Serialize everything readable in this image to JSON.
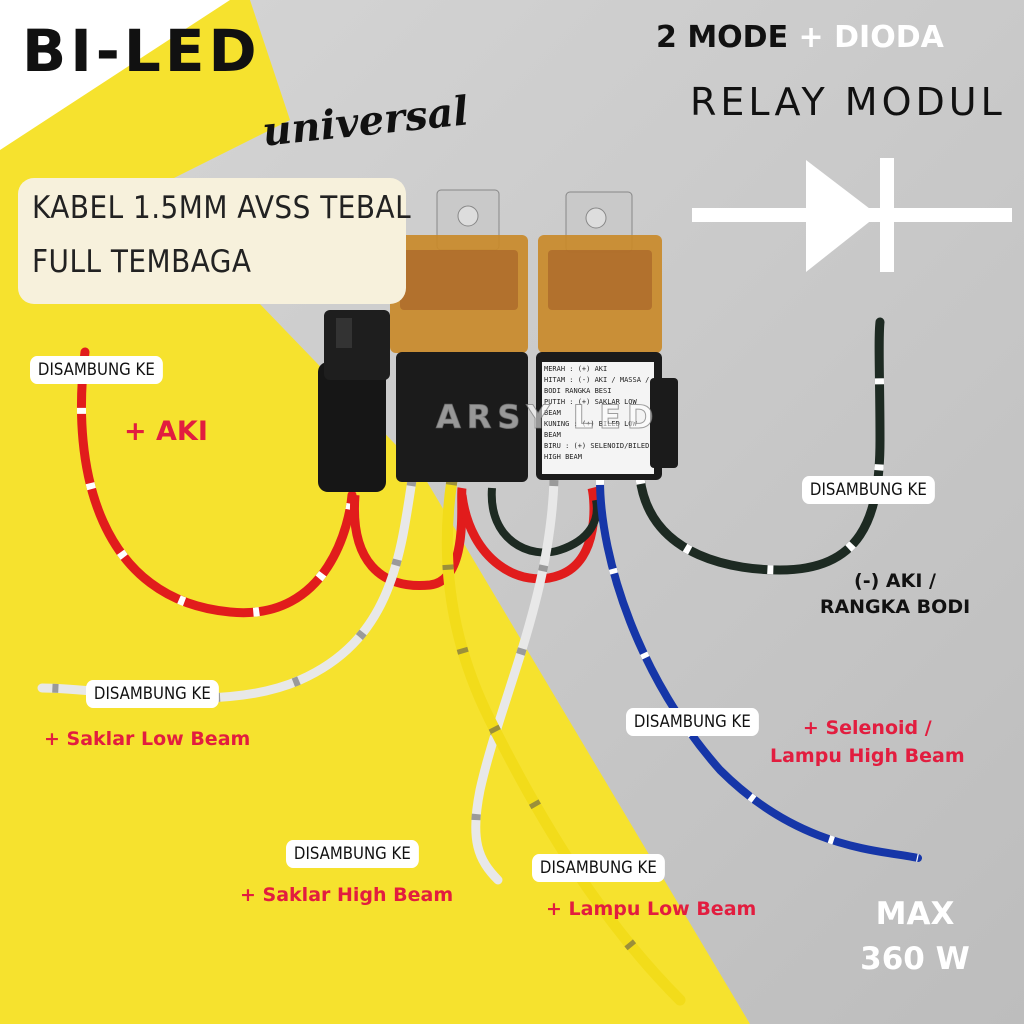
{
  "header": {
    "title": "BI-LED",
    "subtitle_script": "universal",
    "mode_prefix": "2 MODE",
    "mode_plus": "+",
    "mode_suffix": "DIODA",
    "product": "RELAY MODUL"
  },
  "cable_spec": {
    "line1": "KABEL 1.5MM AVSS TEBAL",
    "line2": "FULL TEMBAGA"
  },
  "watermark": "ARSY LED",
  "relay_label_lines": [
    "MERAH : (+) AKI",
    "HITAM : (-) AKI / MASSA /",
    "BODI RANGKA BESI",
    "PUTIH : (+) SAKLAR LOW BEAM",
    "KUNING : (+) BILED LOW BEAM",
    "BIRU : (+) SELENOID/BILED",
    "HIGH BEAM"
  ],
  "connections": {
    "connect_label": "DISAMBUNG KE",
    "aki": "+ AKI",
    "ground_line1": "(-) AKI /",
    "ground_line2": "RANGKA BODI",
    "saklar_low": "+ Saklar Low Beam",
    "selenoid_line1": "+ Selenoid /",
    "selenoid_line2": "Lampu High Beam",
    "saklar_high": "+ Saklar High Beam",
    "lampu_low": "+ Lampu Low Beam"
  },
  "max_power": {
    "line1": "MAX",
    "line2": "360 W"
  },
  "colors": {
    "yellow": "#f6e22e",
    "grey": "#c9c9c9",
    "accent_red": "#e21d3f",
    "wire_red": "#e11c1c",
    "wire_black": "#1d2a22",
    "wire_white": "#e8e8e8",
    "wire_yellow": "#f2dc1a",
    "wire_blue": "#1636a8"
  },
  "icons": [
    "diode-symbol-icon"
  ]
}
